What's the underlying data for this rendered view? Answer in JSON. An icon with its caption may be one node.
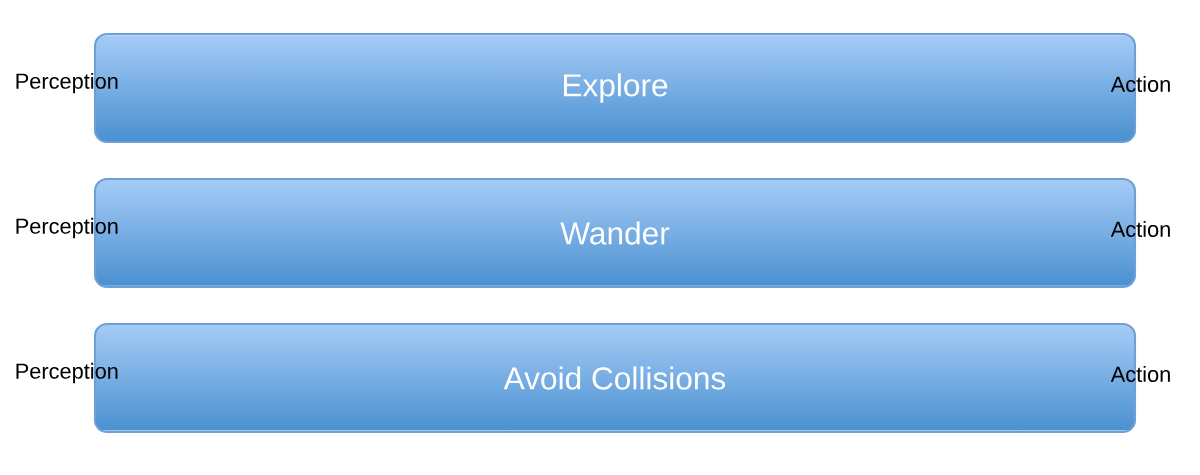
{
  "diagram": {
    "nodes": [
      {
        "text": [
          "Explore"
        ],
        "beside": [
          "Perception",
          "Action"
        ]
      },
      {
        "text": [
          "Wander"
        ],
        "beside": [
          "Perception",
          "Action"
        ]
      },
      {
        "text": [
          "Avoid Collisions"
        ],
        "beside": [
          "Perception",
          "Action"
        ]
      }
    ]
  }
}
